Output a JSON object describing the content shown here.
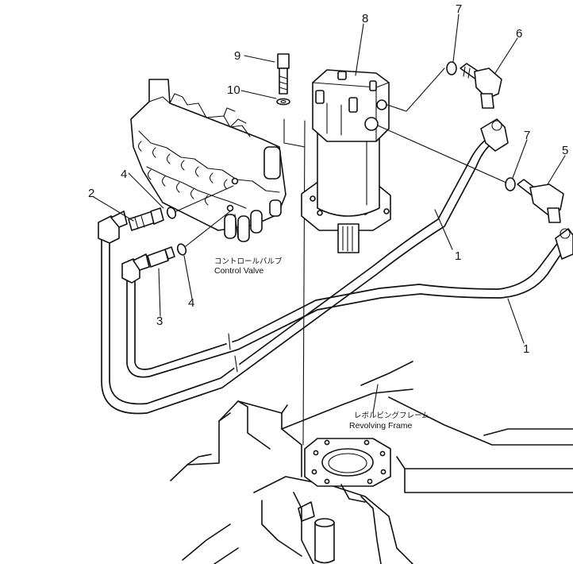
{
  "callouts": {
    "c1a": "1",
    "c1b": "1",
    "c2": "2",
    "c3": "3",
    "c4a": "4",
    "c4b": "4",
    "c5": "5",
    "c6": "6",
    "c7a": "7",
    "c7b": "7",
    "c8": "8",
    "c9": "9",
    "c10": "10"
  },
  "labels": {
    "control_valve_jp": "コントロールバルブ",
    "control_valve_en": "Control Valve",
    "revolving_frame_jp": "レボルビングフレーム",
    "revolving_frame_en": "Revolving Frame"
  }
}
